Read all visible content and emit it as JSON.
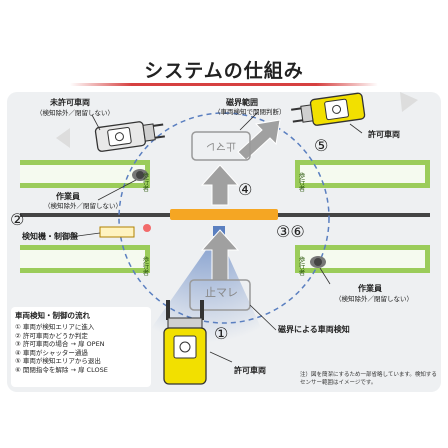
{
  "title": "システムの仕組み",
  "labels": {
    "unauth_vehicle": "未許可車両",
    "unauth_vehicle_sub": "（検知除外／閉留しない）",
    "magnetic_range": "磁界範囲",
    "magnetic_range_sub": "（車両検知で開閉判断）",
    "auth_vehicle_top": "許可車両",
    "worker_left": "作業員",
    "worker_left_sub": "（検知除外／閉留しない）",
    "detector": "検知機・制御盤",
    "worker_right": "作業員",
    "worker_right_sub": "（検知除外／閉留しない）",
    "magnetic_detect": "磁界による車両検知",
    "auth_vehicle_bottom": "許可車両",
    "road_sign": "止マレ",
    "road_sign_top": "止マレ",
    "walkway": "歩行者"
  },
  "markers": {
    "m1": "①",
    "m2": "②",
    "m4": "④",
    "m5": "⑤",
    "m6": "③⑥"
  },
  "flow": {
    "heading": "車両検知・制御の流れ",
    "steps": [
      "① 車両が検知エリアに進入",
      "② 許可車両かどうか判定",
      "③ 許可車両の場合 → 扉 OPEN",
      "④ 車両がシャッター通過",
      "⑤ 車両が検知エリアから退出",
      "⑥ 開閉指令を解除 → 扉 CLOSE"
    ]
  },
  "note": "注）図を簡潔にするため一部省略しています。検知するセンサー範囲はイメージです。",
  "colors": {
    "accent_red": "#d64040",
    "lane_green": "#8cc63f",
    "shutter_orange": "#f5a623",
    "forklift_yellow": "#f2e000",
    "arrow_gray": "#9a9a9a",
    "detect_blue": "#5a7fc0"
  }
}
